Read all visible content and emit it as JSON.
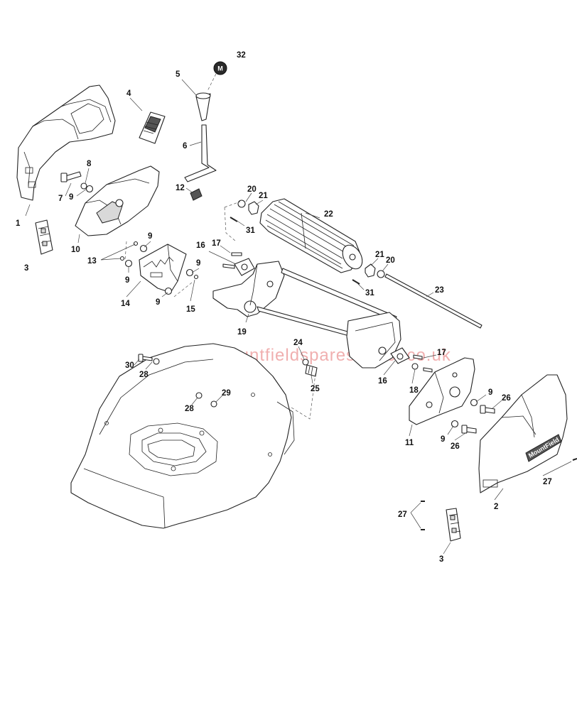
{
  "watermark": "www.mountfieldsparesdirect.co.uk",
  "brand_logo": "MountField",
  "badge": "M",
  "callouts": [
    {
      "id": "c1",
      "label": "1"
    },
    {
      "id": "c2",
      "label": "2"
    },
    {
      "id": "c3a",
      "label": "3"
    },
    {
      "id": "c3b",
      "label": "3"
    },
    {
      "id": "c4",
      "label": "4"
    },
    {
      "id": "c5",
      "label": "5"
    },
    {
      "id": "c6",
      "label": "6"
    },
    {
      "id": "c7",
      "label": "7"
    },
    {
      "id": "c8",
      "label": "8"
    },
    {
      "id": "c9a",
      "label": "9"
    },
    {
      "id": "c9b",
      "label": "9"
    },
    {
      "id": "c9c",
      "label": "9"
    },
    {
      "id": "c9d",
      "label": "9"
    },
    {
      "id": "c9e",
      "label": "9"
    },
    {
      "id": "c9f",
      "label": "9"
    },
    {
      "id": "c9g",
      "label": "9"
    },
    {
      "id": "c10",
      "label": "10"
    },
    {
      "id": "c11",
      "label": "11"
    },
    {
      "id": "c12",
      "label": "12"
    },
    {
      "id": "c13",
      "label": "13"
    },
    {
      "id": "c14",
      "label": "14"
    },
    {
      "id": "c15",
      "label": "15"
    },
    {
      "id": "c16a",
      "label": "16"
    },
    {
      "id": "c16b",
      "label": "16"
    },
    {
      "id": "c17a",
      "label": "17"
    },
    {
      "id": "c17b",
      "label": "17"
    },
    {
      "id": "c18",
      "label": "18"
    },
    {
      "id": "c19",
      "label": "19"
    },
    {
      "id": "c20a",
      "label": "20"
    },
    {
      "id": "c20b",
      "label": "20"
    },
    {
      "id": "c21a",
      "label": "21"
    },
    {
      "id": "c21b",
      "label": "21"
    },
    {
      "id": "c22",
      "label": "22"
    },
    {
      "id": "c23",
      "label": "23"
    },
    {
      "id": "c24",
      "label": "24"
    },
    {
      "id": "c25",
      "label": "25"
    },
    {
      "id": "c26a",
      "label": "26"
    },
    {
      "id": "c26b",
      "label": "26"
    },
    {
      "id": "c27a",
      "label": "27"
    },
    {
      "id": "c27b",
      "label": "27"
    },
    {
      "id": "c28a",
      "label": "28"
    },
    {
      "id": "c28b",
      "label": "28"
    },
    {
      "id": "c29",
      "label": "29"
    },
    {
      "id": "c30",
      "label": "30"
    },
    {
      "id": "c31a",
      "label": "31"
    },
    {
      "id": "c31b",
      "label": "31"
    },
    {
      "id": "c32",
      "label": "32"
    }
  ]
}
